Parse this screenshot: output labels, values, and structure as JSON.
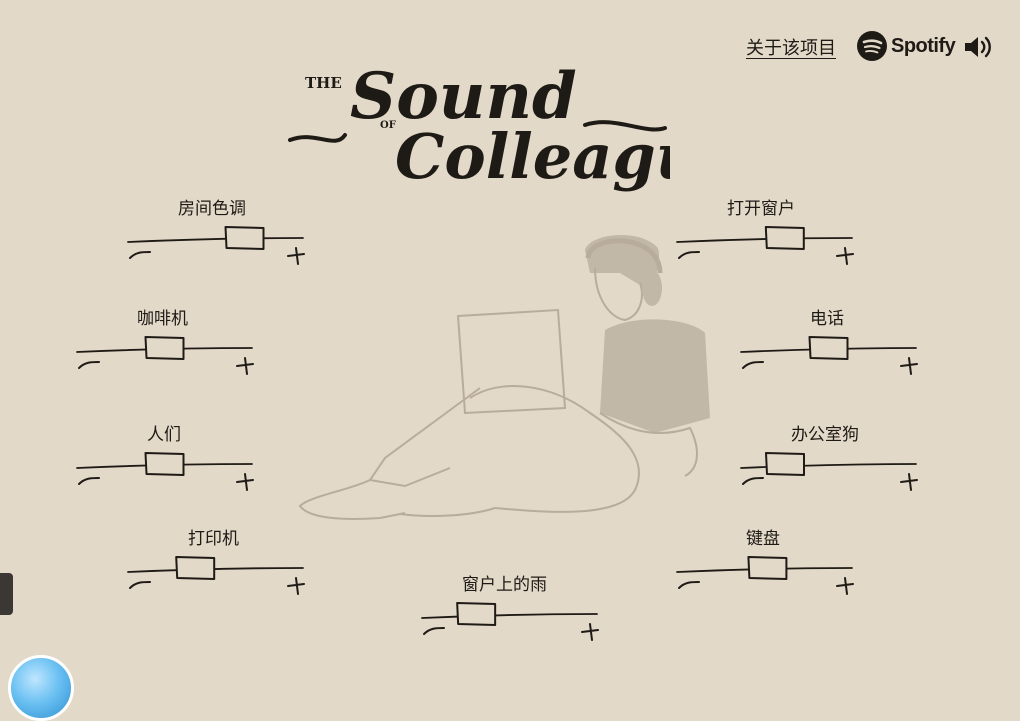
{
  "header": {
    "logo": {
      "the": "THE",
      "sound": "Sound",
      "of": "OF",
      "colleagues": "Colleagues"
    },
    "about_link": "关于该项目",
    "spotify_label": "Spotify",
    "icons": {
      "spotify": "spotify-icon",
      "speaker": "speaker-icon"
    }
  },
  "mixers": [
    {
      "id": "room-tone",
      "label": "房间色调",
      "level": 0.7
    },
    {
      "id": "coffee-machine",
      "label": "咖啡机",
      "level": 0.5
    },
    {
      "id": "people",
      "label": "人们",
      "level": 0.5
    },
    {
      "id": "printer",
      "label": "打印机",
      "level": 0.36
    },
    {
      "id": "open-window",
      "label": "打开窗户",
      "level": 0.64
    },
    {
      "id": "telephone",
      "label": "电话",
      "level": 0.5
    },
    {
      "id": "office-dog",
      "label": "办公室狗",
      "level": 0.2
    },
    {
      "id": "keyboard",
      "label": "键盘",
      "level": 0.52
    },
    {
      "id": "rain-on-window",
      "label": "窗户上的雨",
      "level": 0.27
    }
  ],
  "colors": {
    "background": "#e3d9c8",
    "ink": "#1e1a16",
    "figure": "#c2b8a8",
    "figure_line": "#b8ad9b"
  }
}
